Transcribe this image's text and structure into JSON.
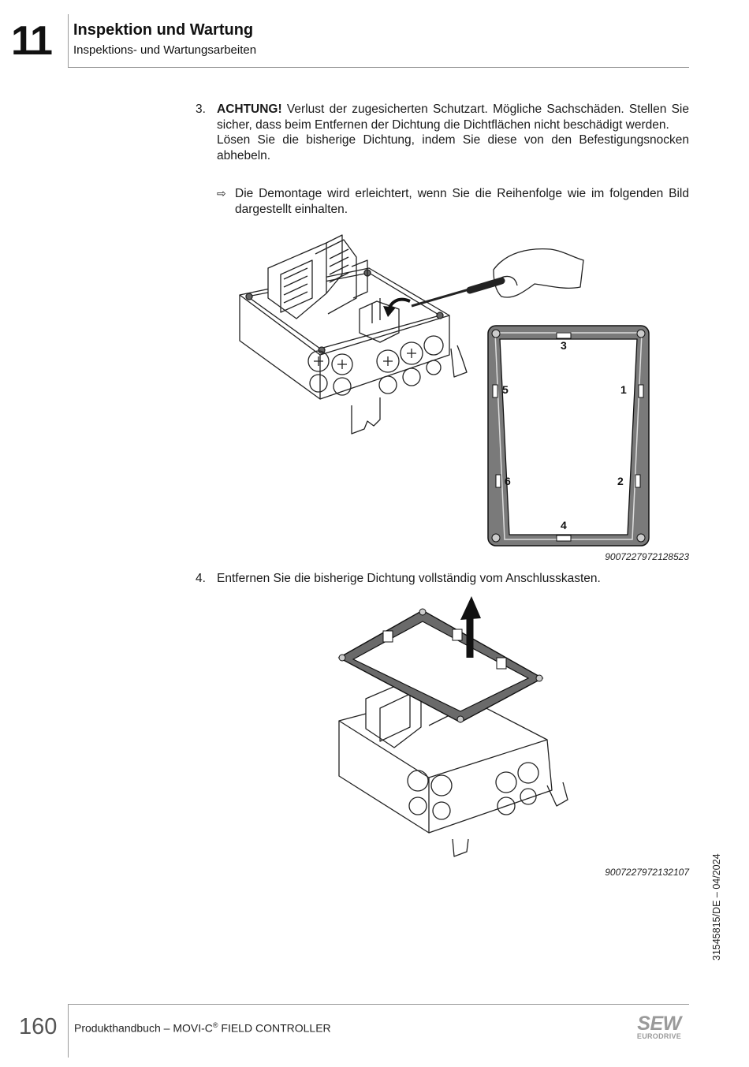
{
  "header": {
    "chapter_number": "11",
    "title": "Inspektion und Wartung",
    "subtitle": "Inspektions- und Wartungsarbeiten"
  },
  "step3": {
    "number": "3.",
    "warning_label": "ACHTUNG!",
    "warning_text": " Verlust der zugesicherten Schutzart. Mögliche Sachschäden. Stellen Sie sicher, dass beim Entfernen der Dichtung die Dichtflächen nicht beschädigt werden.",
    "instruction": "Lösen Sie die bisherige Dichtung, indem Sie diese von den Befestigungsnocken abhebeln.",
    "note": "Die Demontage wird erleichtert, wenn Sie die Reihenfolge wie im folgenden Bild dargestellt einhalten."
  },
  "figure1": {
    "caption": "9007227972128523",
    "labels": {
      "l1": "1",
      "l2": "2",
      "l3": "3",
      "l4": "4",
      "l5": "5",
      "l6": "6"
    }
  },
  "step4": {
    "number": "4.",
    "instruction": "Entfernen Sie die bisherige Dichtung vollständig vom Anschlusskasten."
  },
  "figure2": {
    "caption": "9007227972132107"
  },
  "side_text": "31545815/DE – 04/2024",
  "footer": {
    "page_number": "160",
    "doc_title": "Produkthandbuch – MOVI-C",
    "doc_title_reg": "®",
    "doc_title_suffix": " FIELD CONTROLLER",
    "logo_main": "SEW",
    "logo_sub": "EURODRIVE"
  }
}
